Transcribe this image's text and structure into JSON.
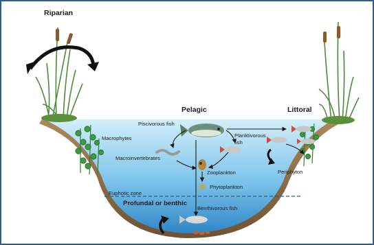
{
  "labels": {
    "riparian": "Riparian",
    "pelagic": "Pelagic",
    "littoral": "Littoral",
    "piscivorous_fish": "Piscivorous fish",
    "planktivorous_fish": "Planktivorous fish",
    "macrophytes": "Macrophytes",
    "macroinvertebrates": "Macroinvertebrates",
    "zooplankton": "Zooplankton",
    "periphyton": "Periphyton",
    "phytoplankton": "Phytoplankton",
    "euphotic_zone": "Euphotic zone",
    "profundal": "Profundal or benthic",
    "benthivorous_fish": "Benthivorous fish"
  },
  "colors": {
    "border": "#2f5e8c",
    "water_top": "#bfe6f7",
    "water_bottom": "#3b92cf",
    "sediment": "#8a6d45",
    "plant": "#3f8a3a",
    "arrow": "#1a1a1a"
  }
}
